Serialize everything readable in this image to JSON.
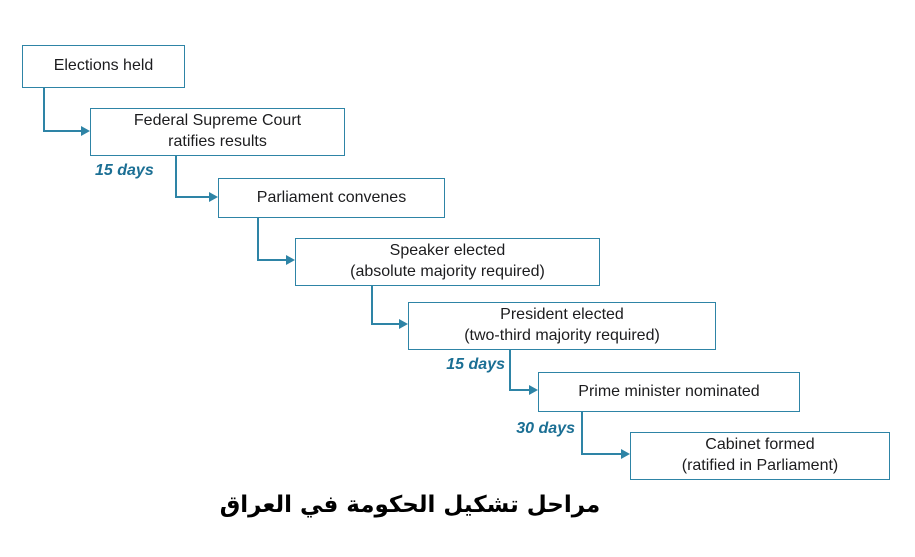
{
  "flowchart": {
    "caption": "مراحل تشكيل الحكومة في العراق",
    "steps": [
      {
        "id": "elections-held",
        "lines": [
          "Elections held"
        ]
      },
      {
        "id": "federal-supreme-court",
        "lines": [
          "Federal Supreme Court",
          "ratifies results"
        ]
      },
      {
        "id": "parliament-convenes",
        "lines": [
          "Parliament convenes"
        ]
      },
      {
        "id": "speaker-elected",
        "lines": [
          "Speaker elected",
          "(absolute majority required)"
        ]
      },
      {
        "id": "president-elected",
        "lines": [
          "President elected",
          "(two-third majority required)"
        ]
      },
      {
        "id": "prime-minister-nominated",
        "lines": [
          "Prime minister nominated"
        ]
      },
      {
        "id": "cabinet-formed",
        "lines": [
          "Cabinet formed",
          "(ratified in Parliament)"
        ]
      }
    ],
    "delays": [
      {
        "label": "15 days",
        "between": "federal-supreme-court and parliament-convenes"
      },
      {
        "label": "15 days",
        "between": "president-elected and prime-minister-nominated"
      },
      {
        "label": "30 days",
        "between": "prime-minister-nominated and cabinet-formed"
      }
    ],
    "colors": {
      "box_border": "#2e84a6",
      "arrow": "#2e84a6",
      "delay_text": "#1b6f94",
      "text": "#1c1c1e",
      "background": "#ffffff"
    }
  }
}
